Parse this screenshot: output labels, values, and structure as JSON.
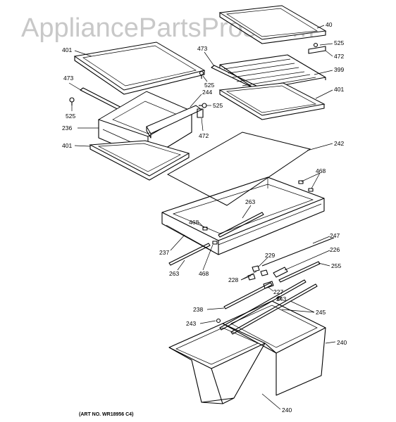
{
  "watermark": "AppliancePartsPros.com",
  "art_number": "(ART NO. WR18956 C4)",
  "callouts": {
    "c401a": "401",
    "c473a": "473",
    "c525a": "525",
    "c244": "244",
    "c525b": "525",
    "c236": "236",
    "c472a": "472",
    "c401b": "401",
    "c473b": "473",
    "c525c": "525",
    "c40": "40",
    "c525d": "525",
    "c472b": "472",
    "c399": "399",
    "c401c": "401",
    "c242": "242",
    "c468a": "468",
    "c263a": "263",
    "c468b": "468",
    "c237": "237",
    "c263b": "263",
    "c468c": "468",
    "c247": "247",
    "c226": "226",
    "c229": "229",
    "c228": "228",
    "c255": "255",
    "c227": "227",
    "c243a": "243",
    "c238": "238",
    "c245": "245",
    "c243b": "243",
    "c240a": "240",
    "c240b": "240"
  }
}
